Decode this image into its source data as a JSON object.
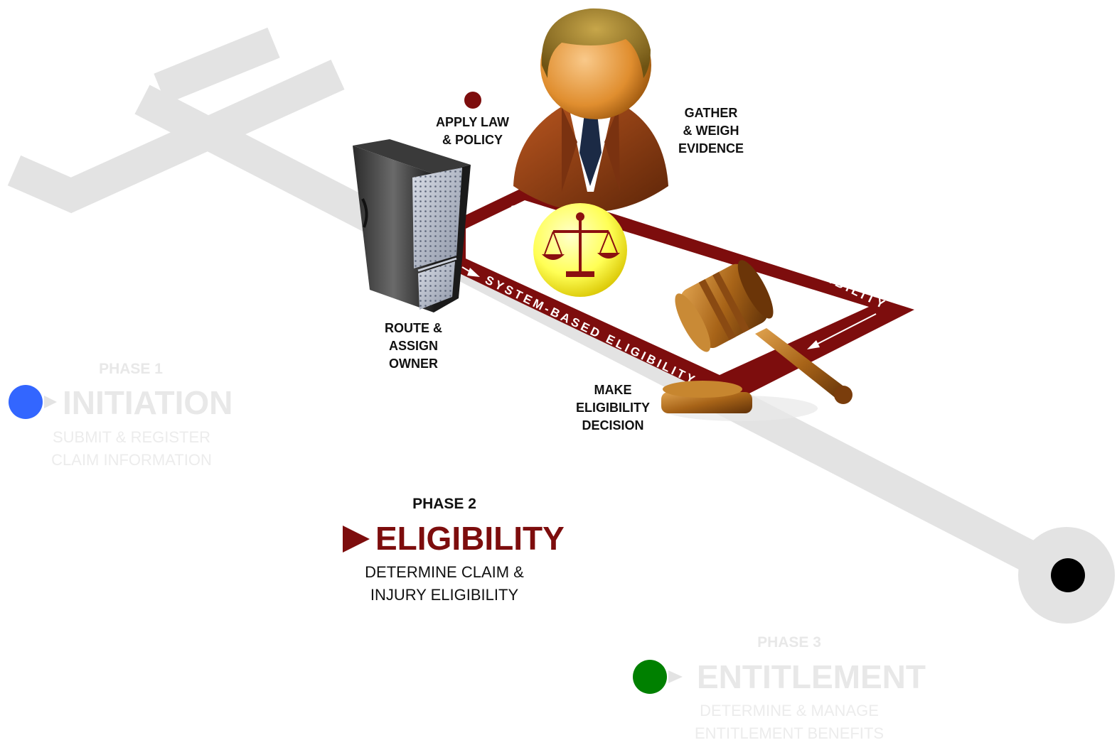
{
  "colors": {
    "accent": "#7d0d0d",
    "track": "#e3e3e3",
    "faded_text": "#e8e8e8",
    "phase1_dot": "#3366ff",
    "phase2_dot": "#000000",
    "phase3_dot": "#008000"
  },
  "icons": [
    "server-icon",
    "person-icon",
    "scales-of-justice-icon",
    "gavel-icon"
  ],
  "flow": {
    "assisted_label": "ASSISTED ELIGIBILITY",
    "system_label": "SYSTEM-BASED ELIGIBILITY"
  },
  "steps": {
    "apply": {
      "line1": "APPLY LAW",
      "line2": "& POLICY"
    },
    "gather": {
      "line1": "GATHER",
      "line2": "& WEIGH",
      "line3": "EVIDENCE"
    },
    "route": {
      "line1": "ROUTE &",
      "line2": "ASSIGN",
      "line3": "OWNER"
    },
    "decide": {
      "line1": "MAKE",
      "line2": "ELIGIBILITY",
      "line3": "DECISION"
    }
  },
  "phases": [
    {
      "number": "PHASE 1",
      "title": "INITIATION",
      "desc1": "SUBMIT & REGISTER",
      "desc2": "CLAIM INFORMATION",
      "active": false
    },
    {
      "number": "PHASE 2",
      "title": "ELIGIBILITY",
      "desc1": "DETERMINE CLAIM &",
      "desc2": "INJURY ELIGIBILITY",
      "active": true
    },
    {
      "number": "PHASE 3",
      "title": "ENTITLEMENT",
      "desc1": "DETERMINE & MANAGE",
      "desc2": "ENTITLEMENT BENEFITS",
      "active": false
    }
  ]
}
